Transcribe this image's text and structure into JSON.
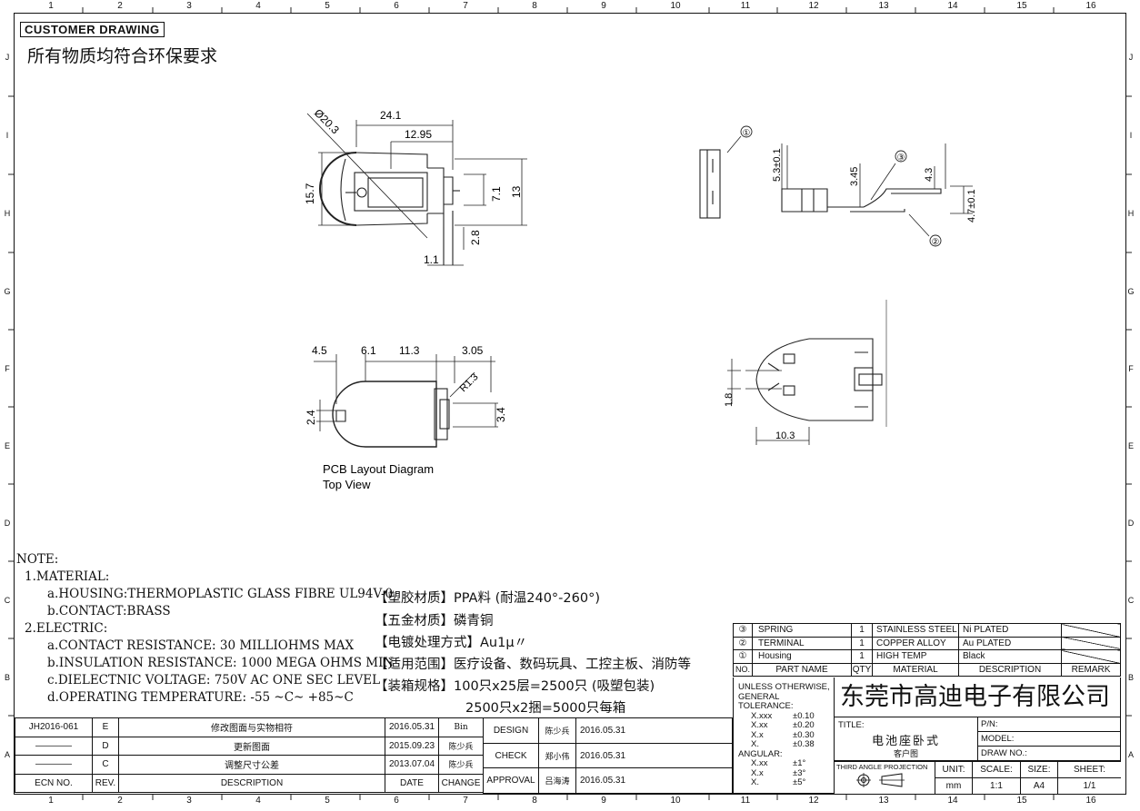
{
  "header": {
    "customer_drawing": "CUSTOMER DRAWING",
    "env_requirement": "所有物质均符合环保要求"
  },
  "zones": {
    "columns": [
      "1",
      "2",
      "3",
      "4",
      "5",
      "6",
      "7",
      "8",
      "9",
      "10",
      "11",
      "12",
      "13",
      "14",
      "15",
      "16"
    ],
    "rows": [
      "J",
      "I",
      "H",
      "G",
      "F",
      "E",
      "D",
      "C",
      "B",
      "A"
    ]
  },
  "dims": {
    "diameter": "Ø20.3",
    "d24_1": "24.1",
    "d12_95": "12.95",
    "d15_7": "15.7",
    "d7_1": "7.1",
    "d13": "13",
    "d2_8": "2.8",
    "d1_1": "1.1",
    "d5_3": "5.3±0.1",
    "d3_45": "3.45",
    "d4_3": "4.3",
    "d4_7": "4.7±0.1",
    "c1": "①",
    "c2": "②",
    "c3": "③",
    "d4_5": "4.5",
    "d6_1": "6.1",
    "d11_3": "11.3",
    "d3_05": "3.05",
    "r1_3": "R1.3",
    "d2_4": "2.4",
    "d3_4": "3.4",
    "d1_8": "1.8",
    "d10_3": "10.3",
    "pcb_title": "PCB Layout Diagram",
    "pcb_sub": "Top View"
  },
  "notes": {
    "title": "NOTE:",
    "m1": "1.MATERIAL:",
    "m1a": "a.HOUSING:THERMOPLASTIC GLASS FIBRE UL94V-0",
    "m1b": "b.CONTACT:BRASS",
    "m2": "2.ELECTRIC:",
    "m2a": "a.CONTACT RESISTANCE: 30 MILLIOHMS MAX",
    "m2b": "b.INSULATION RESISTANCE: 1000 MEGA OHMS MIN",
    "m2c": "c.DIELECTNIC VOLTAGE: 750V AC ONE SEC LEVEL",
    "m2d": "d.OPERATING TEMPERATURE: -55 ~C~ +85~C"
  },
  "cn_notes": [
    "【塑胶材质】PPA料 (耐温240°-260°)",
    "【五金材质】磷青铜",
    "【电镀处理方式】Au1μ〃",
    "【适用范围】医疗设备、数码玩具、工控主板、消防等",
    "【装箱规格】100只x25层=2500只 (吸塑包装)",
    "2500只x2捆=5000只每箱"
  ],
  "bom": {
    "rows": [
      {
        "no": "③",
        "name": "SPRING",
        "qty": "1",
        "material": "STAINLESS STEEL",
        "desc": "Ni PLATED"
      },
      {
        "no": "②",
        "name": "TERMINAL",
        "qty": "1",
        "material": "COPPER ALLOY",
        "desc": "Au PLATED"
      },
      {
        "no": "①",
        "name": "Housing",
        "qty": "1",
        "material": "HIGH TEMP",
        "desc": "Black"
      }
    ],
    "headers": {
      "no": "NO.",
      "name": "PART NAME",
      "qty": "QTY",
      "material": "MATERIAL",
      "desc": "DESCRIPTION",
      "remark": "REMARK"
    }
  },
  "revisions": {
    "rows": [
      {
        "ecn": "JH2016-061",
        "rev": "E",
        "desc": "修改图面与实物相符",
        "date": "2016.05.31",
        "change": "Bin"
      },
      {
        "ecn": "",
        "rev": "D",
        "desc": "更新图面",
        "date": "2015.09.23",
        "change": "陈少兵"
      },
      {
        "ecn": "",
        "rev": "C",
        "desc": "调整尺寸公差",
        "date": "2013.07.04",
        "change": "陈少兵"
      }
    ],
    "headers": {
      "ecn": "ECN NO.",
      "rev": "REV.",
      "desc": "DESCRIPTION",
      "date": "DATE",
      "change": "CHANGE"
    }
  },
  "approvals": [
    {
      "role": "DESIGN",
      "name": "陈少兵",
      "date": "2016.05.31"
    },
    {
      "role": "CHECK",
      "name": "郑小伟",
      "date": "2016.05.31"
    },
    {
      "role": "APPROVAL",
      "name": "吕海涛",
      "date": "2016.05.31"
    }
  ],
  "tolerance": {
    "title1": "UNLESS OTHERWISE,",
    "title2": "GENERAL TOLERANCE:",
    "rows": [
      {
        "k": "X.xxx",
        "v": "±0.10"
      },
      {
        "k": "X.xx",
        "v": "±0.20"
      },
      {
        "k": "X.x",
        "v": "±0.30"
      },
      {
        "k": "X.",
        "v": "±0.38"
      }
    ],
    "angular": "ANGULAR:",
    "arows": [
      {
        "k": "X.xx",
        "v": "±1°"
      },
      {
        "k": "X.x",
        "v": "±3°"
      },
      {
        "k": "X.",
        "v": "±5°"
      }
    ]
  },
  "company": "东莞市高迪电子有限公司",
  "title_block": {
    "title_label": "TITLE:",
    "title": "电池座卧式",
    "sub": "客户图",
    "pn": "P/N:",
    "model": "MODEL:",
    "draw_no": "DRAW NO.:",
    "projection": "THIRD ANGLE PROJECTION",
    "unit_label": "UNIT:",
    "unit": "mm",
    "scale_label": "SCALE:",
    "scale": "1:1",
    "size_label": "SIZE:",
    "size": "A4",
    "sheet_label": "SHEET:",
    "sheet": "1/1"
  }
}
